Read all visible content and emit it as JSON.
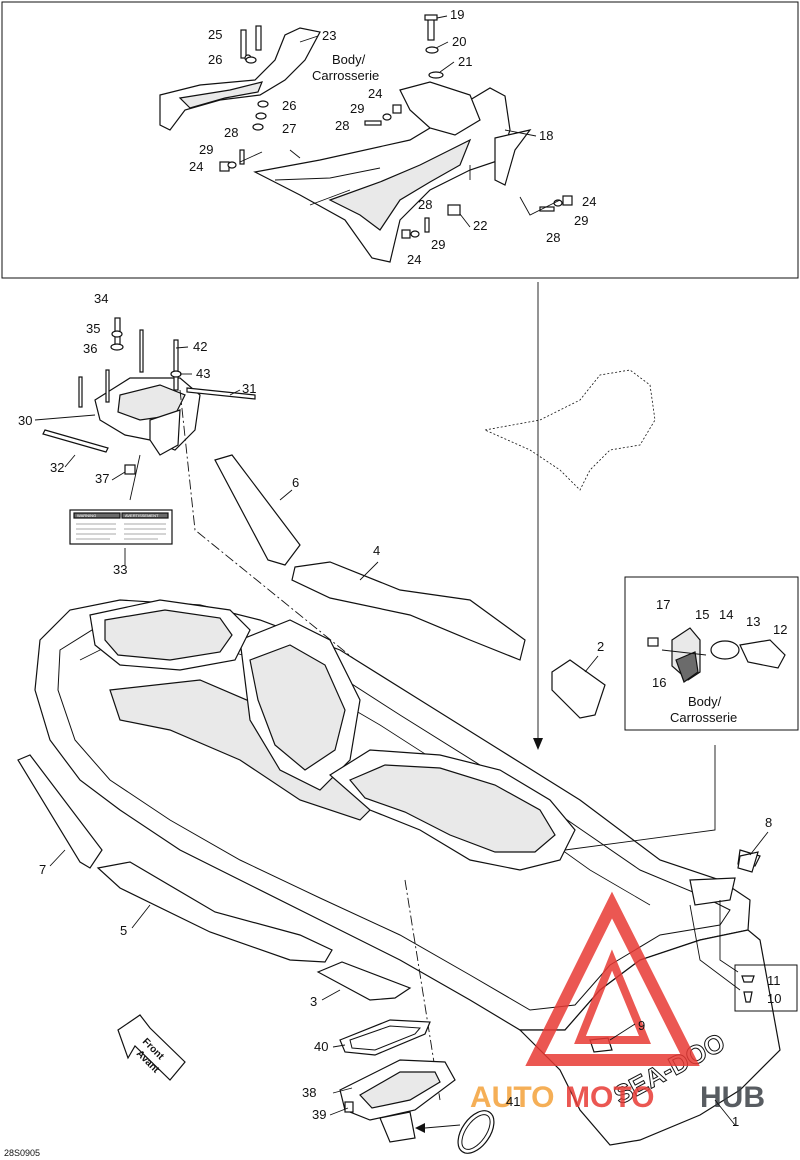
{
  "diagram_code": "28S0905",
  "body_label": "Body/",
  "body_label_fr": "Carrosserie",
  "front_arrow": {
    "line1": "Front",
    "line2": "Avant"
  },
  "warning_decal": {
    "left": "WARNING",
    "right": "AVERTISSEMENT"
  },
  "watermark": {
    "part1": "AUTO",
    "part2": "MOTO",
    "part3": "HUB"
  },
  "hull_brand": "SEA-DOO",
  "colors": {
    "watermark_red": "#e83a35",
    "watermark_orange": "#f4a23a",
    "watermark_dark": "#3b4046"
  },
  "callouts": [
    "1",
    "2",
    "3",
    "4",
    "5",
    "6",
    "7",
    "8",
    "9",
    "10",
    "11",
    "12",
    "13",
    "14",
    "15",
    "16",
    "17",
    "18",
    "19",
    "20",
    "21",
    "22",
    "23",
    "24",
    "25",
    "26",
    "27",
    "28",
    "29",
    "30",
    "31",
    "32",
    "33",
    "34",
    "35",
    "36",
    "37",
    "38",
    "39",
    "40",
    "41",
    "42",
    "43"
  ]
}
